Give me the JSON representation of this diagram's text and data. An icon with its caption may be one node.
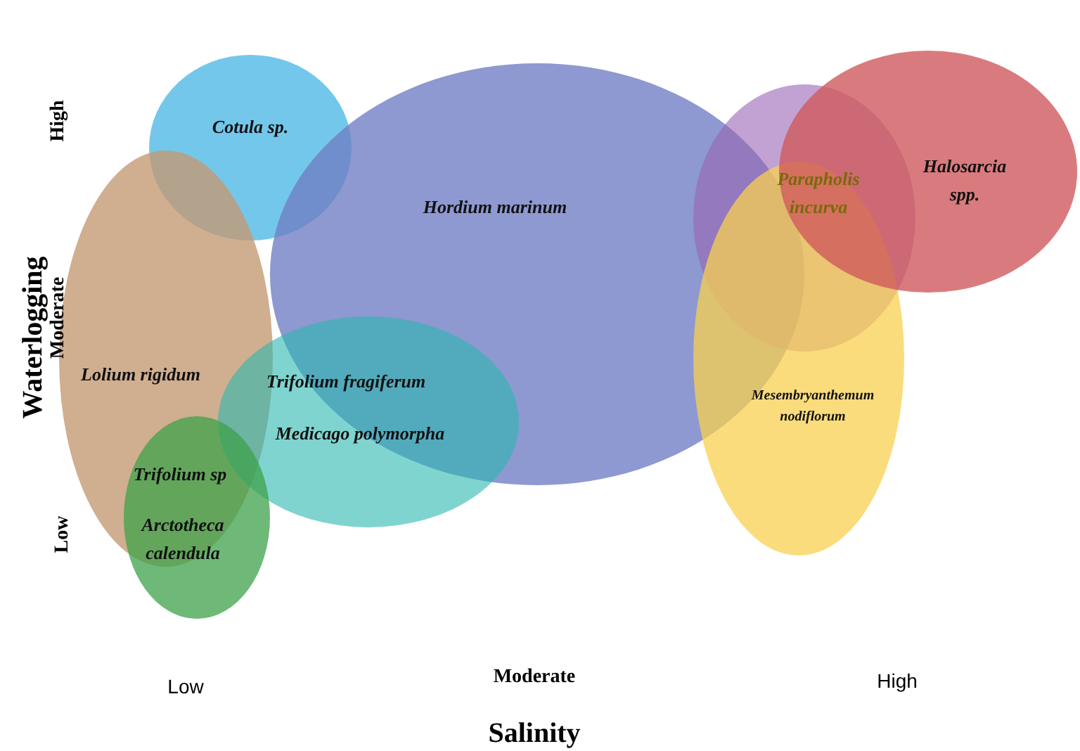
{
  "diagram": {
    "nodes": [
      {
        "text": [
          "Cotula sp."
        ]
      },
      {
        "text": [
          "Lolium rigidum"
        ]
      },
      {
        "text": [
          "Hordium marinum"
        ]
      },
      {
        "text": [
          "Trifolium fragiferum",
          "Medicago polymorpha"
        ]
      },
      {
        "text": [
          "Trifolium sp",
          "Arctotheca calendula"
        ]
      },
      {
        "text": [
          "Parapholis incurva"
        ]
      },
      {
        "text": [
          "Mesembryanthemum nodiflorum"
        ]
      },
      {
        "text": [
          "Halosarcia spp."
        ]
      }
    ],
    "edges": [],
    "labels": [
      "High",
      "Waterlogging",
      "Moderate",
      "Low",
      "Low",
      "Moderate",
      "High",
      "Salinity"
    ]
  }
}
